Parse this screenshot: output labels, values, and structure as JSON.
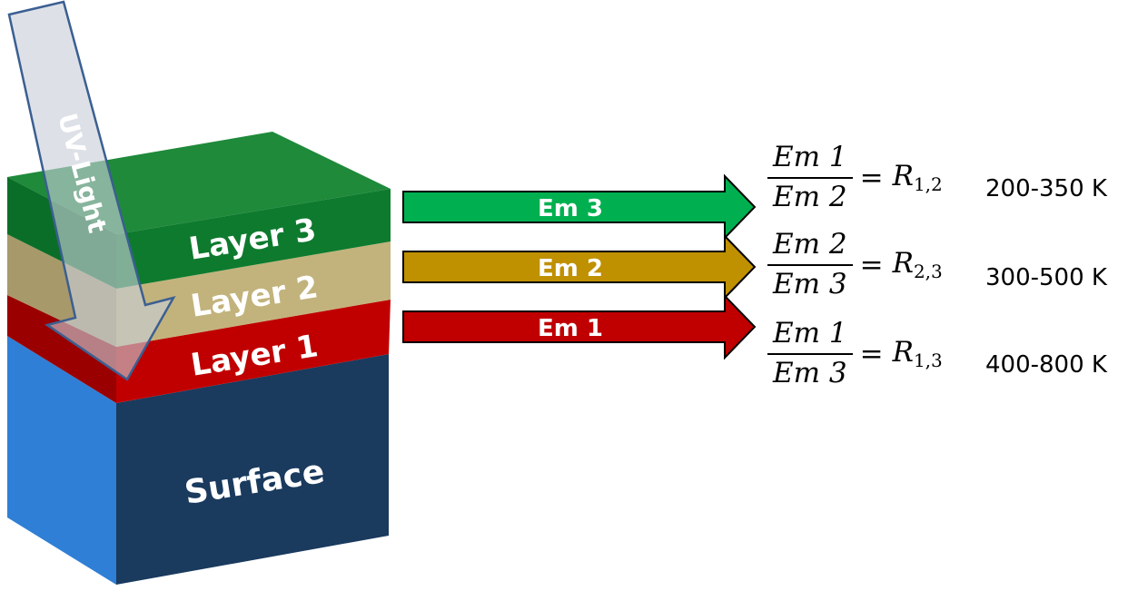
{
  "colors": {
    "layer3_top": "#1e8a3a",
    "layer3_front": "#0e7a2e",
    "layer2_front": "#c2b37c",
    "layer2_side": "#a8996a",
    "layer1_front": "#c00000",
    "layer1_side": "#9a0000",
    "surface_front": "#1a3a5e",
    "surface_side": "#2f7fd6",
    "arrow_em3": "#00b050",
    "arrow_em2": "#bf9000",
    "arrow_em1": "#c00000",
    "uv_light": "#b9c3cf"
  },
  "uv_light_label": "UV-Light",
  "layers": [
    {
      "name": "Layer 3"
    },
    {
      "name": "Layer 2"
    },
    {
      "name": "Layer 1"
    },
    {
      "name": "Surface"
    }
  ],
  "emissions": [
    {
      "label": "Em 3"
    },
    {
      "label": "Em 2"
    },
    {
      "label": "Em 1"
    }
  ],
  "ratios": [
    {
      "numerator": "Em 1",
      "denominator": "Em 2",
      "symbol": "R",
      "subscript": "1,2",
      "range": "200-350 K"
    },
    {
      "numerator": "Em 2",
      "denominator": "Em 3",
      "symbol": "R",
      "subscript": "2,3",
      "range": "300-500 K"
    },
    {
      "numerator": "Em 1",
      "denominator": "Em 3",
      "symbol": "R",
      "subscript": "1,3",
      "range": "400-800 K"
    }
  ]
}
